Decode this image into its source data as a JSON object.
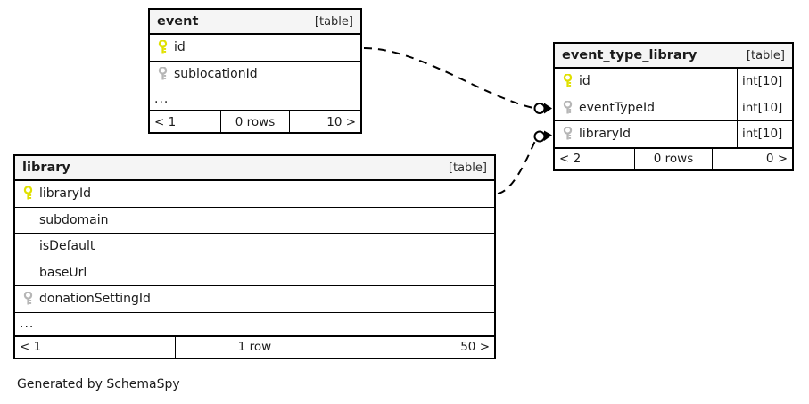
{
  "diagram": {
    "generator_note": "Generated by SchemaSpy",
    "table_tag": "[table]",
    "key_icons": {
      "primary": "primary-key-icon",
      "foreign": "foreign-key-icon"
    },
    "colors": {
      "primary_key": "#e8e800",
      "foreign_key": "#b0b0b0",
      "border": "#000000",
      "header_bg": "#f5f5f5",
      "canvas_bg": "#ffffff",
      "text": "#1b1b1b"
    }
  },
  "tables": [
    {
      "id": "event",
      "name": "event",
      "tag": "[table]",
      "columns": [
        {
          "name": "id",
          "key": "primary",
          "type": ""
        },
        {
          "name": "sublocationId",
          "key": "foreign",
          "type": ""
        }
      ],
      "has_ellipsis": true,
      "ellipsis": "...",
      "footer": {
        "prev": "< 1",
        "rows": "0 rows",
        "next": "10 >"
      }
    },
    {
      "id": "event_type_library",
      "name": "event_type_library",
      "tag": "[table]",
      "columns": [
        {
          "name": "id",
          "key": "primary",
          "type": "int[10]"
        },
        {
          "name": "eventTypeId",
          "key": "foreign",
          "type": "int[10]"
        },
        {
          "name": "libraryId",
          "key": "foreign",
          "type": "int[10]"
        }
      ],
      "has_ellipsis": false,
      "ellipsis": "",
      "footer": {
        "prev": "< 2",
        "rows": "0 rows",
        "next": "0 >"
      }
    },
    {
      "id": "library",
      "name": "library",
      "tag": "[table]",
      "columns": [
        {
          "name": "libraryId",
          "key": "primary",
          "type": ""
        },
        {
          "name": "subdomain",
          "key": "none",
          "type": ""
        },
        {
          "name": "isDefault",
          "key": "none",
          "type": ""
        },
        {
          "name": "baseUrl",
          "key": "none",
          "type": ""
        },
        {
          "name": "donationSettingId",
          "key": "foreign",
          "type": ""
        }
      ],
      "has_ellipsis": true,
      "ellipsis": "...",
      "footer": {
        "prev": "< 1",
        "rows": "1 row",
        "next": "50 >"
      }
    }
  ],
  "relationships": [
    {
      "from": "event.id",
      "to": "event_type_library.eventTypeId",
      "style": "dashed",
      "end_marker": "crows-foot-zero"
    },
    {
      "from": "library.libraryId",
      "to": "event_type_library.libraryId",
      "style": "dashed",
      "end_marker": "crows-foot-zero"
    }
  ]
}
